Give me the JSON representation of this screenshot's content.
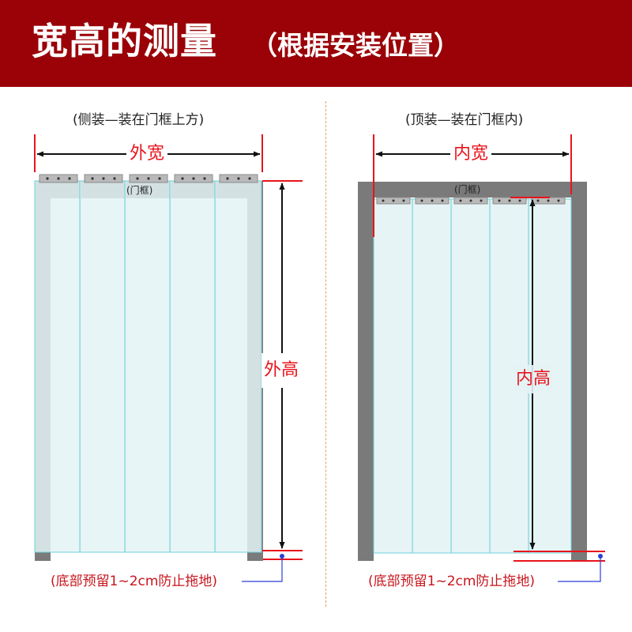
{
  "header": {
    "title": "宽高的测量",
    "subtitle": "（根据安装位置）"
  },
  "left": {
    "caption": "(侧装—装在门框上方)",
    "width_label": "外宽",
    "height_label": "外高",
    "frame_tag": "(门框)",
    "note": "(底部预留1~2cm防止拖地)"
  },
  "right": {
    "caption": "(顶装—装在门框内)",
    "width_label": "内宽",
    "height_label": "内高",
    "frame_tag": "(门框)",
    "note": "(底部预留1~2cm防止拖地)"
  },
  "colors": {
    "banner": "#9a0208",
    "frame": "#7a7a7a",
    "strip": "#e4f3f5",
    "strip_edge": "#6dd0d8",
    "accent_red": "#e8141c",
    "leader_blue": "#2a3fd6"
  }
}
